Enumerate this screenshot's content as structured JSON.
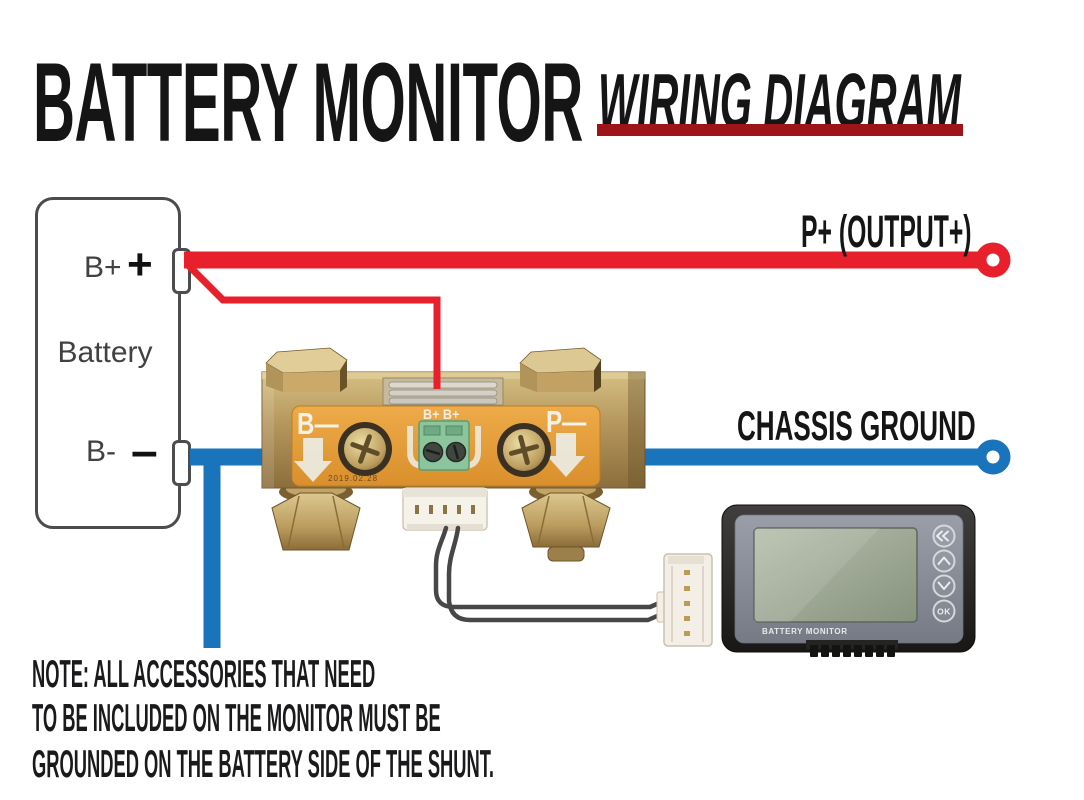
{
  "title": {
    "main": "BATTERY MONITOR",
    "sub": "WIRING DIAGRAM"
  },
  "battery": {
    "name": "Battery",
    "positive_terminal": "B+",
    "positive_symbol": "+",
    "negative_terminal": "B-",
    "negative_symbol": "–"
  },
  "labels": {
    "output": "P+ (OUTPUT+)",
    "ground": "CHASSIS GROUND"
  },
  "shunt": {
    "left_terminal": "B—",
    "right_terminal": "P—",
    "sense_terminals": "B+ B+",
    "date_code": "2019.02.28"
  },
  "monitor": {
    "label": "BATTERY MONITOR",
    "buttons": [
      "back",
      "up",
      "down",
      "ok"
    ],
    "ok_label": "OK"
  },
  "note": {
    "line1": "NOTE: ALL ACCESSORIES THAT NEED",
    "line2": "TO BE INCLUDED ON THE MONITOR MUST BE",
    "line3": "GROUNDED ON THE BATTERY SIDE OF THE SHUNT."
  },
  "colors": {
    "wire_positive": "#e8202b",
    "wire_negative": "#1a74bb",
    "underline": "#9e1418"
  }
}
